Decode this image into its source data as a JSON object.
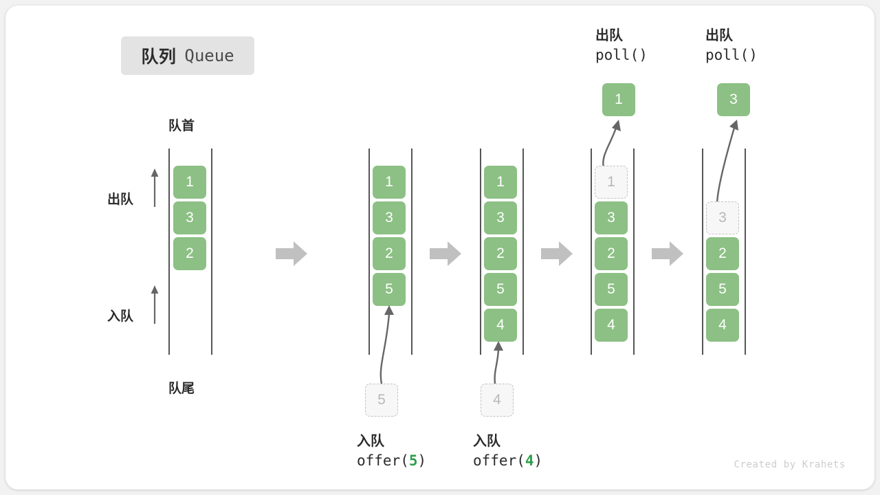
{
  "title": {
    "cn": "队列",
    "en": "Queue"
  },
  "labels": {
    "head": "队首",
    "tail": "队尾",
    "dequeue_side": "出队",
    "enqueue_side": "入队"
  },
  "watermark": "Created by Krahets",
  "colors": {
    "cell_fill": "#8cc084",
    "cell_text": "#ffffff",
    "ghost_fill": "#f7f7f7",
    "ghost_border": "#c2c2c2",
    "ghost_text": "#b8b8b8",
    "rail": "#555555",
    "arrow": "#666666",
    "step_arrow": "#c0c0c0",
    "badge_bg": "#e3e3e3",
    "accent_green": "#2e9e4b",
    "text": "#2b2b2b"
  },
  "columns": [
    {
      "id": "initial",
      "cells": [
        {
          "value": "1",
          "state": "filled"
        },
        {
          "value": "3",
          "state": "filled"
        },
        {
          "value": "2",
          "state": "filled"
        }
      ],
      "op": null,
      "incoming": null,
      "popped": null
    },
    {
      "id": "offer-5",
      "cells": [
        {
          "value": "1",
          "state": "filled"
        },
        {
          "value": "3",
          "state": "filled"
        },
        {
          "value": "2",
          "state": "filled"
        },
        {
          "value": "5",
          "state": "filled"
        }
      ],
      "op": {
        "cn": "入队",
        "fn": "offer(",
        "arg": "5",
        "fn_end": ")"
      },
      "incoming": {
        "value": "5"
      },
      "popped": null
    },
    {
      "id": "offer-4",
      "cells": [
        {
          "value": "1",
          "state": "filled"
        },
        {
          "value": "3",
          "state": "filled"
        },
        {
          "value": "2",
          "state": "filled"
        },
        {
          "value": "5",
          "state": "filled"
        },
        {
          "value": "4",
          "state": "filled"
        }
      ],
      "op": {
        "cn": "入队",
        "fn": "offer(",
        "arg": "4",
        "fn_end": ")"
      },
      "incoming": {
        "value": "4"
      },
      "popped": null
    },
    {
      "id": "poll-1",
      "cells": [
        {
          "value": "1",
          "state": "ghost"
        },
        {
          "value": "3",
          "state": "filled"
        },
        {
          "value": "2",
          "state": "filled"
        },
        {
          "value": "5",
          "state": "filled"
        },
        {
          "value": "4",
          "state": "filled"
        }
      ],
      "op": {
        "cn": "出队",
        "fn": "poll()",
        "arg": "",
        "fn_end": ""
      },
      "incoming": null,
      "popped": {
        "value": "1"
      }
    },
    {
      "id": "poll-3",
      "cells": [
        {
          "value": "",
          "state": "empty"
        },
        {
          "value": "3",
          "state": "ghost"
        },
        {
          "value": "2",
          "state": "filled"
        },
        {
          "value": "5",
          "state": "filled"
        },
        {
          "value": "4",
          "state": "filled"
        }
      ],
      "op": {
        "cn": "出队",
        "fn": "poll()",
        "arg": "",
        "fn_end": ""
      },
      "incoming": null,
      "popped": {
        "value": "3"
      }
    }
  ]
}
